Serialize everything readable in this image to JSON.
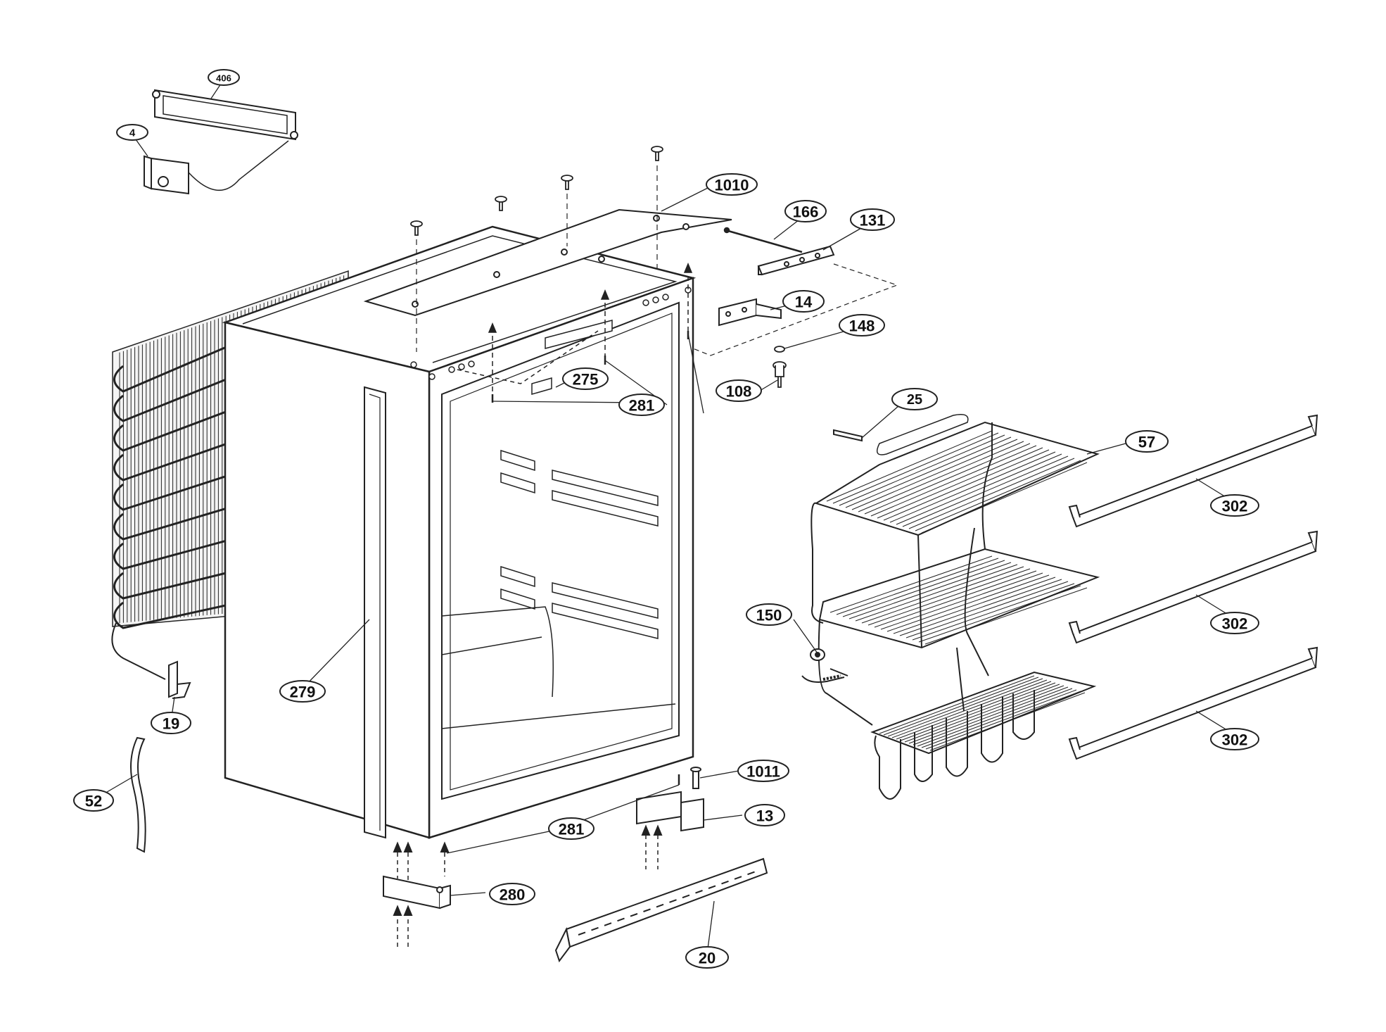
{
  "colors": {
    "ink": "#222222",
    "fill": "#ffffff",
    "shade": "#d0d0d0"
  },
  "callouts": [
    {
      "text": "406"
    },
    {
      "text": "4"
    },
    {
      "text": "1010"
    },
    {
      "text": "166"
    },
    {
      "text": "131"
    },
    {
      "text": "14"
    },
    {
      "text": "148"
    },
    {
      "text": "108"
    },
    {
      "text": "275"
    },
    {
      "text": "281"
    },
    {
      "text": "25"
    },
    {
      "text": "57"
    },
    {
      "text": "302"
    },
    {
      "text": "302"
    },
    {
      "text": "302"
    },
    {
      "text": "150"
    },
    {
      "text": "279"
    },
    {
      "text": "19"
    },
    {
      "text": "52"
    },
    {
      "text": "1011"
    },
    {
      "text": "13"
    },
    {
      "text": "281"
    },
    {
      "text": "280"
    },
    {
      "text": "20"
    }
  ]
}
